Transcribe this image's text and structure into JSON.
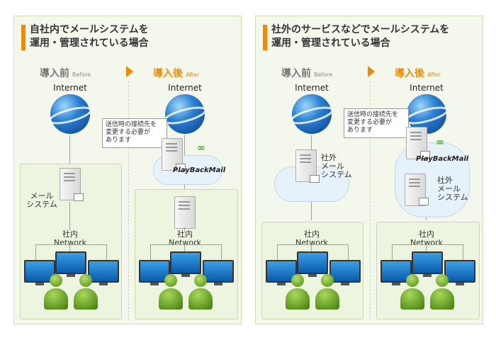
{
  "panels": {
    "left": {
      "title_line1": "自社内でメールシステムを",
      "title_line2": "運用・管理されている場合"
    },
    "right": {
      "title_line1": "社外のサービスなどでメールシステムを",
      "title_line2": "運用・管理されている場合"
    }
  },
  "labels": {
    "before": "導入前",
    "before_en": "Before",
    "after": "導入後",
    "after_en": "After",
    "internet": "Internet",
    "mail_system_line1": "メール",
    "mail_system_line2": "システム",
    "external_line1": "社外",
    "external_line2": "メール",
    "external_line3": "システム",
    "network_line1": "社内",
    "network_line2": "Network",
    "brand": "PlayBackMail",
    "bubble_line1": "送信時の接続先を",
    "bubble_line2": "変更する必要が",
    "bubble_line3": "あります"
  },
  "colors": {
    "accent": "#f08a00",
    "panel_bg": "#f4f8ec",
    "person_green": "#4a8a10",
    "brand_green": "#3fae2a"
  }
}
